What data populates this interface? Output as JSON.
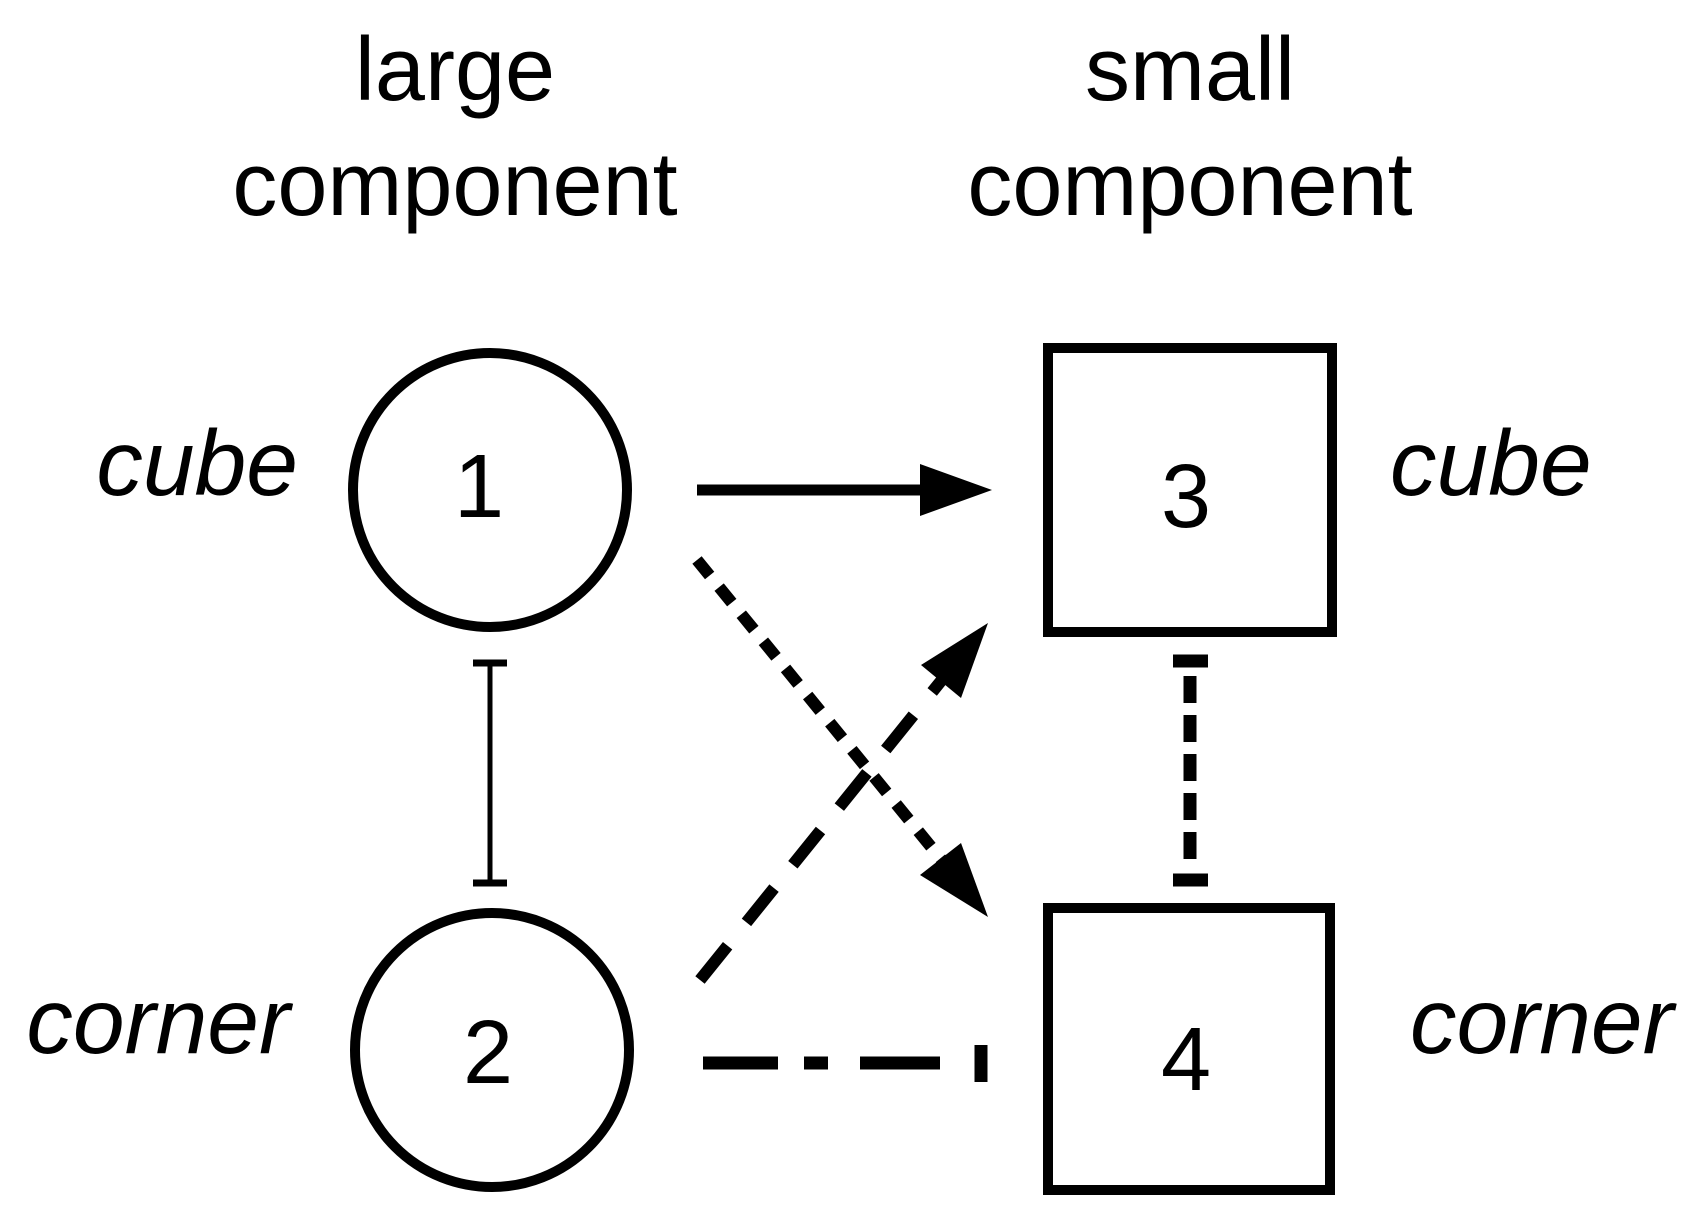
{
  "colors": {
    "ink": "#000000",
    "background": "#ffffff"
  },
  "columns": [
    {
      "name": "left",
      "title_line1": "large",
      "title_line2": "component"
    },
    {
      "name": "right",
      "title_line1": "small",
      "title_line2": "component"
    }
  ],
  "nodes": [
    {
      "id": "1",
      "shape": "circle",
      "column": "large component",
      "row_label": "cube"
    },
    {
      "id": "2",
      "shape": "circle",
      "column": "large component",
      "row_label": "corner"
    },
    {
      "id": "3",
      "shape": "square",
      "column": "small component",
      "row_label": "cube"
    },
    {
      "id": "4",
      "shape": "square",
      "column": "small component",
      "row_label": "corner"
    }
  ],
  "edges": [
    {
      "from": "1",
      "to": "3",
      "line_style": "solid",
      "terminator": "filled-arrowhead"
    },
    {
      "from": "1",
      "to": "4",
      "line_style": "short-dash",
      "terminator": "filled-arrowhead"
    },
    {
      "from": "2",
      "to": "3",
      "line_style": "long-dash",
      "terminator": "filled-arrowhead"
    },
    {
      "from": "2",
      "to": "4",
      "line_style": "dash-dot",
      "terminator": "t-bar"
    },
    {
      "from": "1",
      "to": "2",
      "line_style": "thin-solid",
      "terminator": "t-bar-both-ends"
    },
    {
      "from": "3",
      "to": "4",
      "line_style": "dash",
      "terminator": "t-bar-both-ends"
    }
  ]
}
